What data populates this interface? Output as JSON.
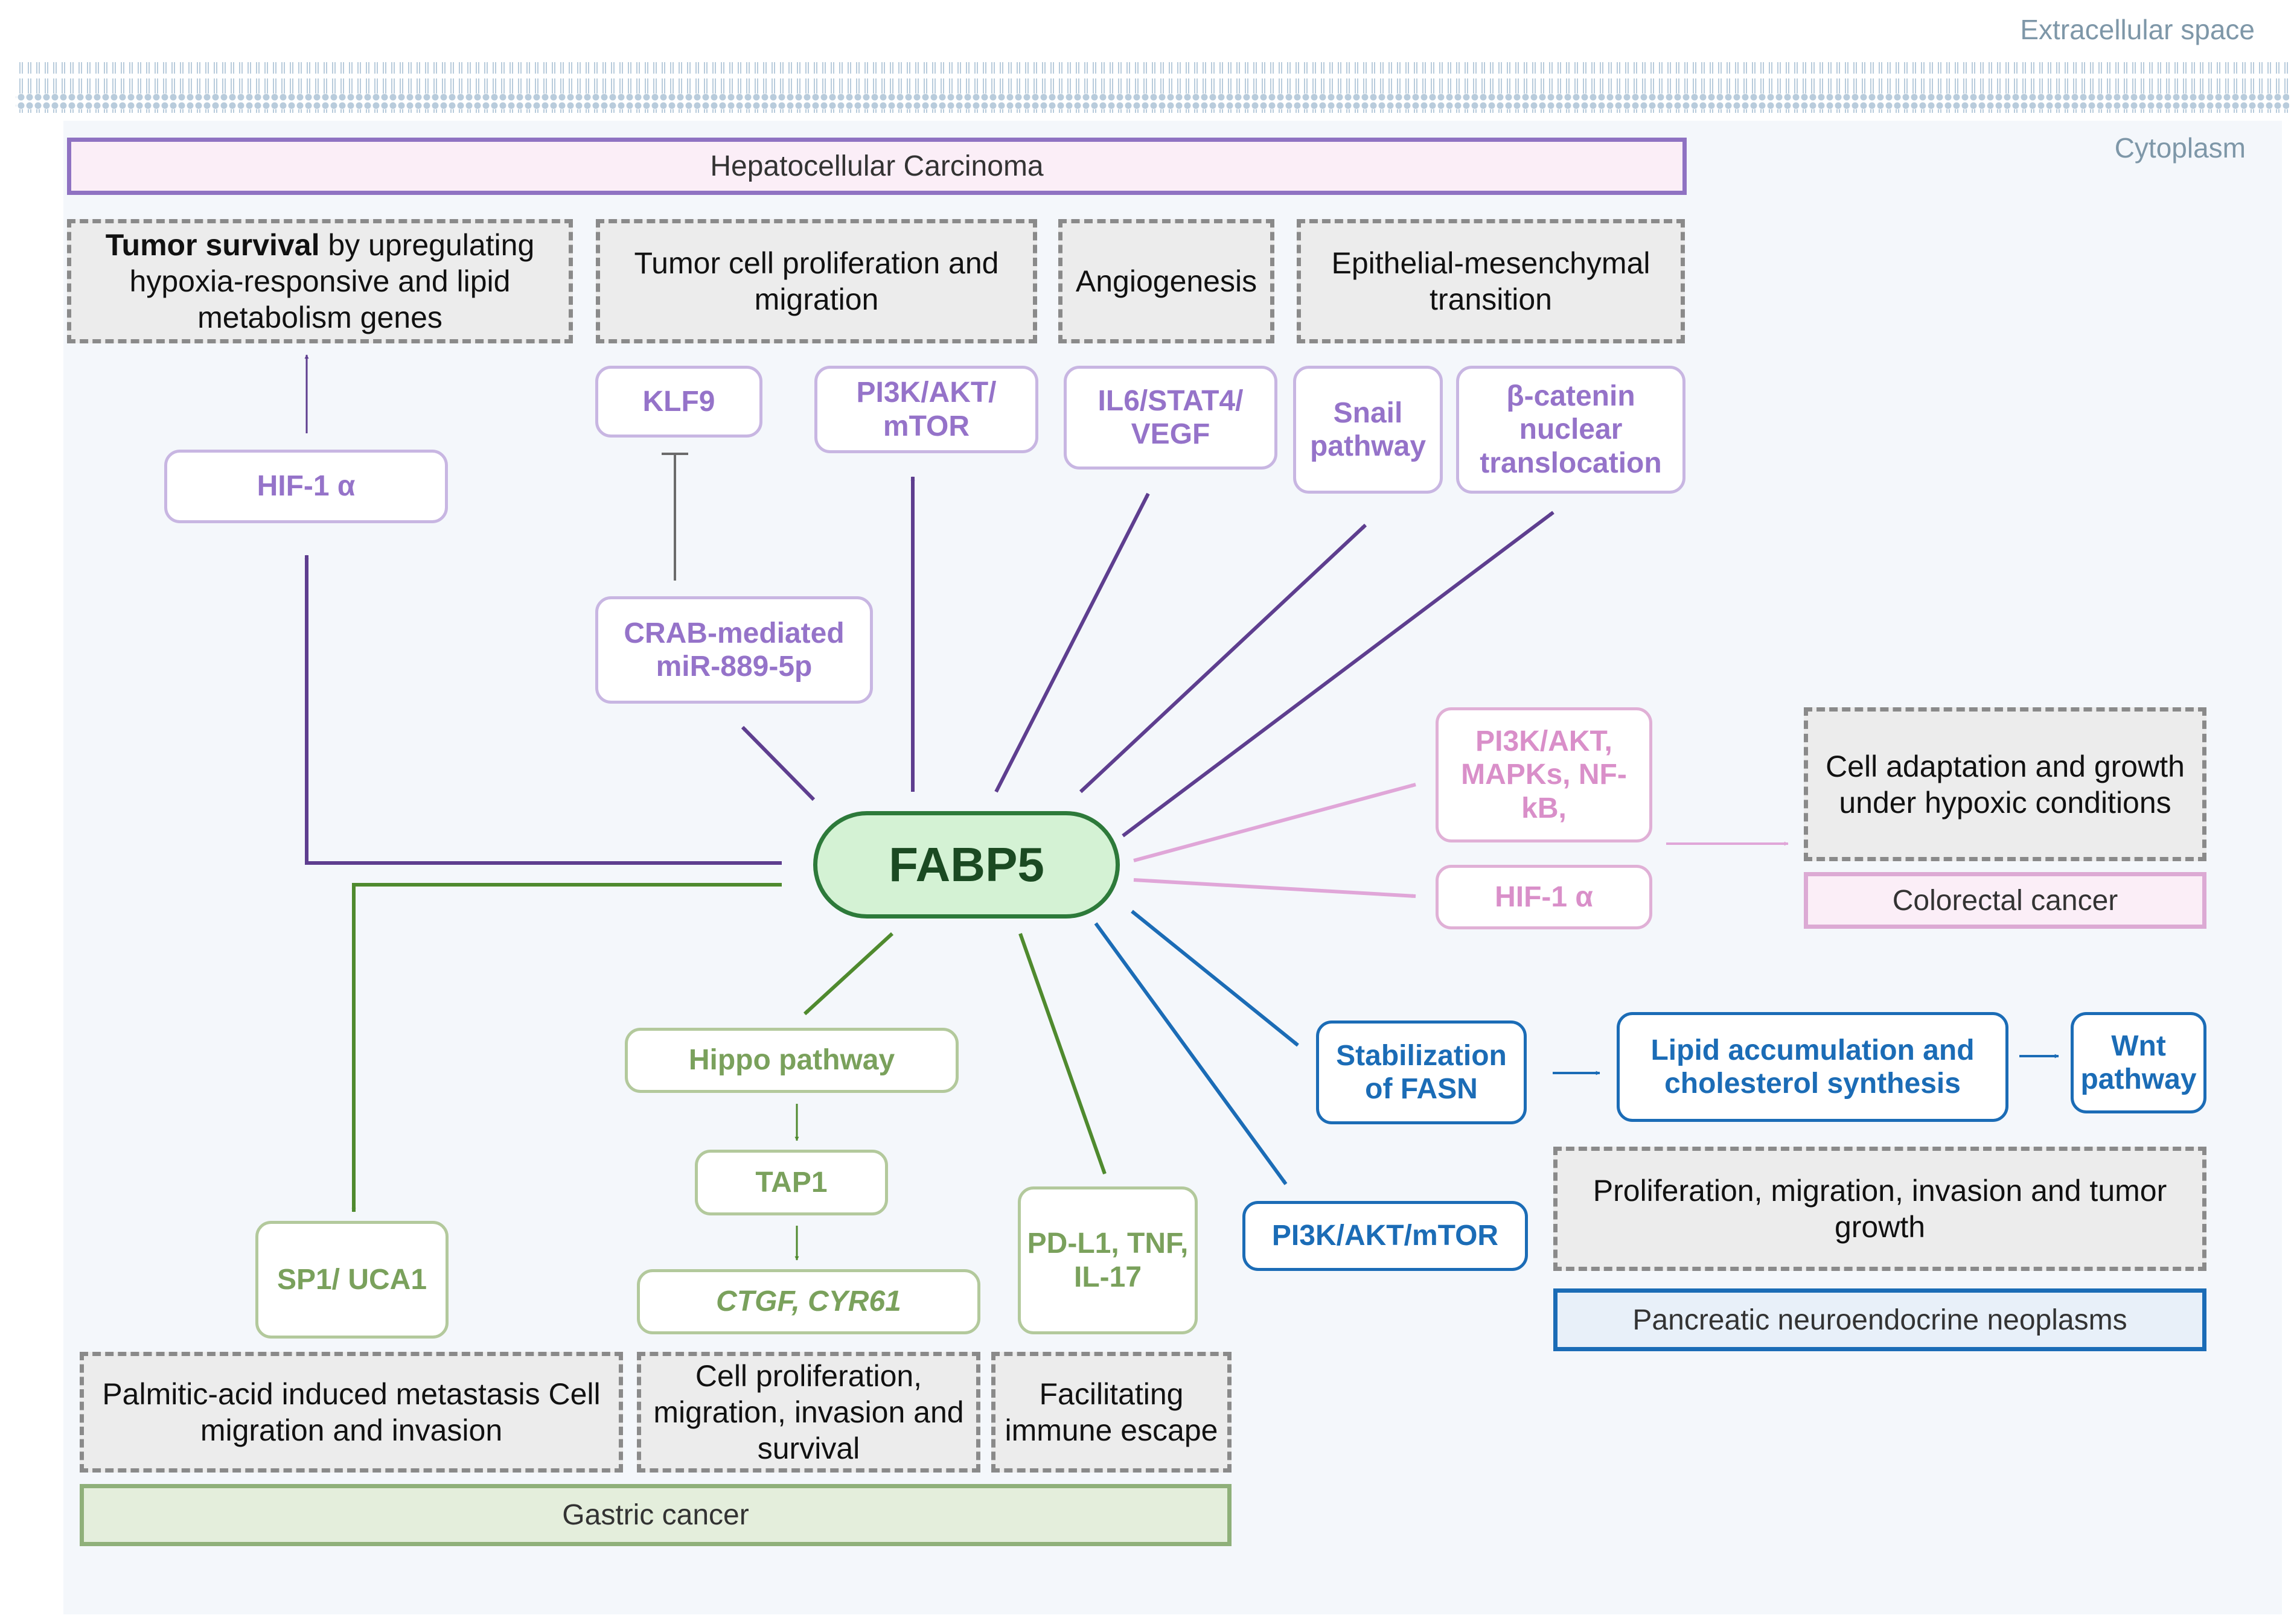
{
  "regions": {
    "extracellular": "Extracellular space",
    "cytoplasm": "Cytoplasm"
  },
  "center": "FABP5",
  "cancers": {
    "hcc": "Hepatocellular Carcinoma",
    "gastric": "Gastric cancer",
    "colorectal": "Colorectal cancer",
    "pnet": "Pancreatic neuroendocrine neoplasms"
  },
  "hcc": {
    "outcome_survival": {
      "bold": "Tumor survival",
      "rest": " by upregulating hypoxia-responsive and lipid metabolism genes"
    },
    "outcome_prolif": "Tumor cell proliferation and migration",
    "outcome_angio": "Angiogenesis",
    "outcome_emt": "Epithelial-mesenchymal transition",
    "hif": "HIF-1 α",
    "klf9": "KLF9",
    "crab": "CRAB-mediated miR-889-5p",
    "pi3k": "PI3K/AKT/ mTOR",
    "il6": "IL6/STAT4/ VEGF",
    "snail": "Snail pathway",
    "catenin": "β-catenin nuclear translocation"
  },
  "crc": {
    "pi3k": "PI3K/AKT, MAPKs, NF-kB,",
    "hif": "HIF-1 α",
    "outcome": "Cell adaptation and growth under hypoxic conditions"
  },
  "pnet": {
    "fasn": "Stabilization of FASN",
    "lipid": "Lipid accumulation and cholesterol synthesis",
    "wnt": "Wnt pathway",
    "pi3k": "PI3K/AKT/mTOR",
    "outcome": "Proliferation, migration, invasion and tumor growth"
  },
  "gc": {
    "sp1": "SP1/ UCA1",
    "hippo": "Hippo  pathway",
    "tap1": "TAP1",
    "ctgf": "CTGF, CYR61",
    "pdl1": "PD-L1, TNF, IL-17",
    "outcome_meta": "Palmitic-acid induced metastasis Cell migration and invasion",
    "outcome_prolif": "Cell proliferation, migration, invasion and survival",
    "outcome_immune": "Facilitating immune escape"
  },
  "colors": {
    "hcc_arrow": "#5e3e8f",
    "gc_arrow": "#4f8a2e",
    "crc_arrow": "#e0a6d8",
    "pnet_arrow": "#1b6cb6",
    "fabp5_fill": "#d4f2d4",
    "fabp5_border": "#2d7a3a"
  }
}
